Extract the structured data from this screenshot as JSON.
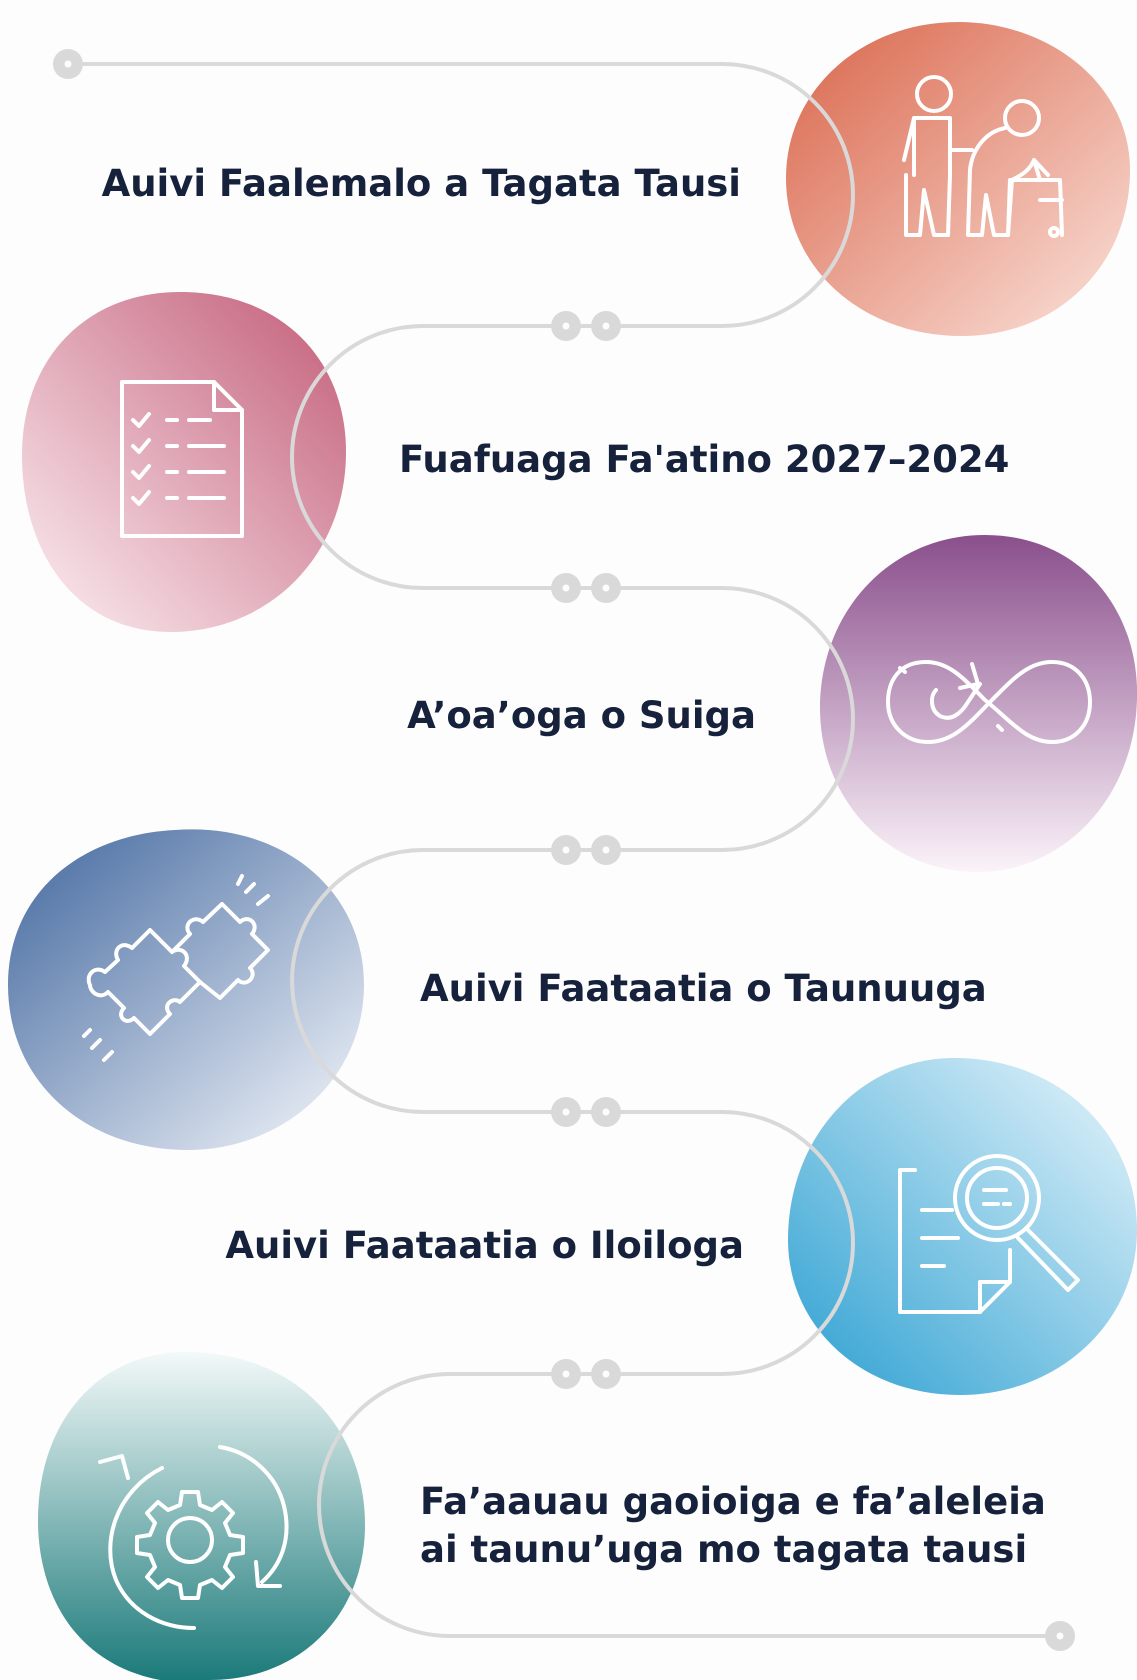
{
  "colors": {
    "connector": "#d9d9d9",
    "text": "#16213b",
    "icon_stroke": "#ffffff",
    "blobs": {
      "step1": [
        "#d9654a",
        "#fbe3dc"
      ],
      "step2": [
        "#c25c77",
        "#fdf1f4"
      ],
      "step3": [
        "#8a4f8c",
        "#fbf3f9"
      ],
      "step4": [
        "#41679e",
        "#f6f8fc"
      ],
      "step5": [
        "#2a9fd1",
        "#eaf6fc"
      ],
      "step6": [
        "#1c7a7a",
        "#f3f9f9"
      ]
    }
  },
  "steps": [
    {
      "label": "Auivi Faalemalo a Tagata Tausi",
      "icon": "caregiver-elderly-walker-icon"
    },
    {
      "label": "Fuafuaga Fa'atino 2027–2024",
      "icon": "checklist-document-icon"
    },
    {
      "label": "A’oa’oga o Suiga",
      "icon": "infinity-loop-arrow-icon"
    },
    {
      "label": "Auivi Faataatia o Taunuuga",
      "icon": "puzzle-pieces-icon"
    },
    {
      "label": "Auivi Faataatia o Iloiloga",
      "icon": "document-magnifier-icon"
    },
    {
      "label": "Fa’aauau gaoioiga e fa’aleleia ai taunu’uga mo tagata tausi",
      "icon": "gear-refresh-cycle-icon"
    }
  ]
}
